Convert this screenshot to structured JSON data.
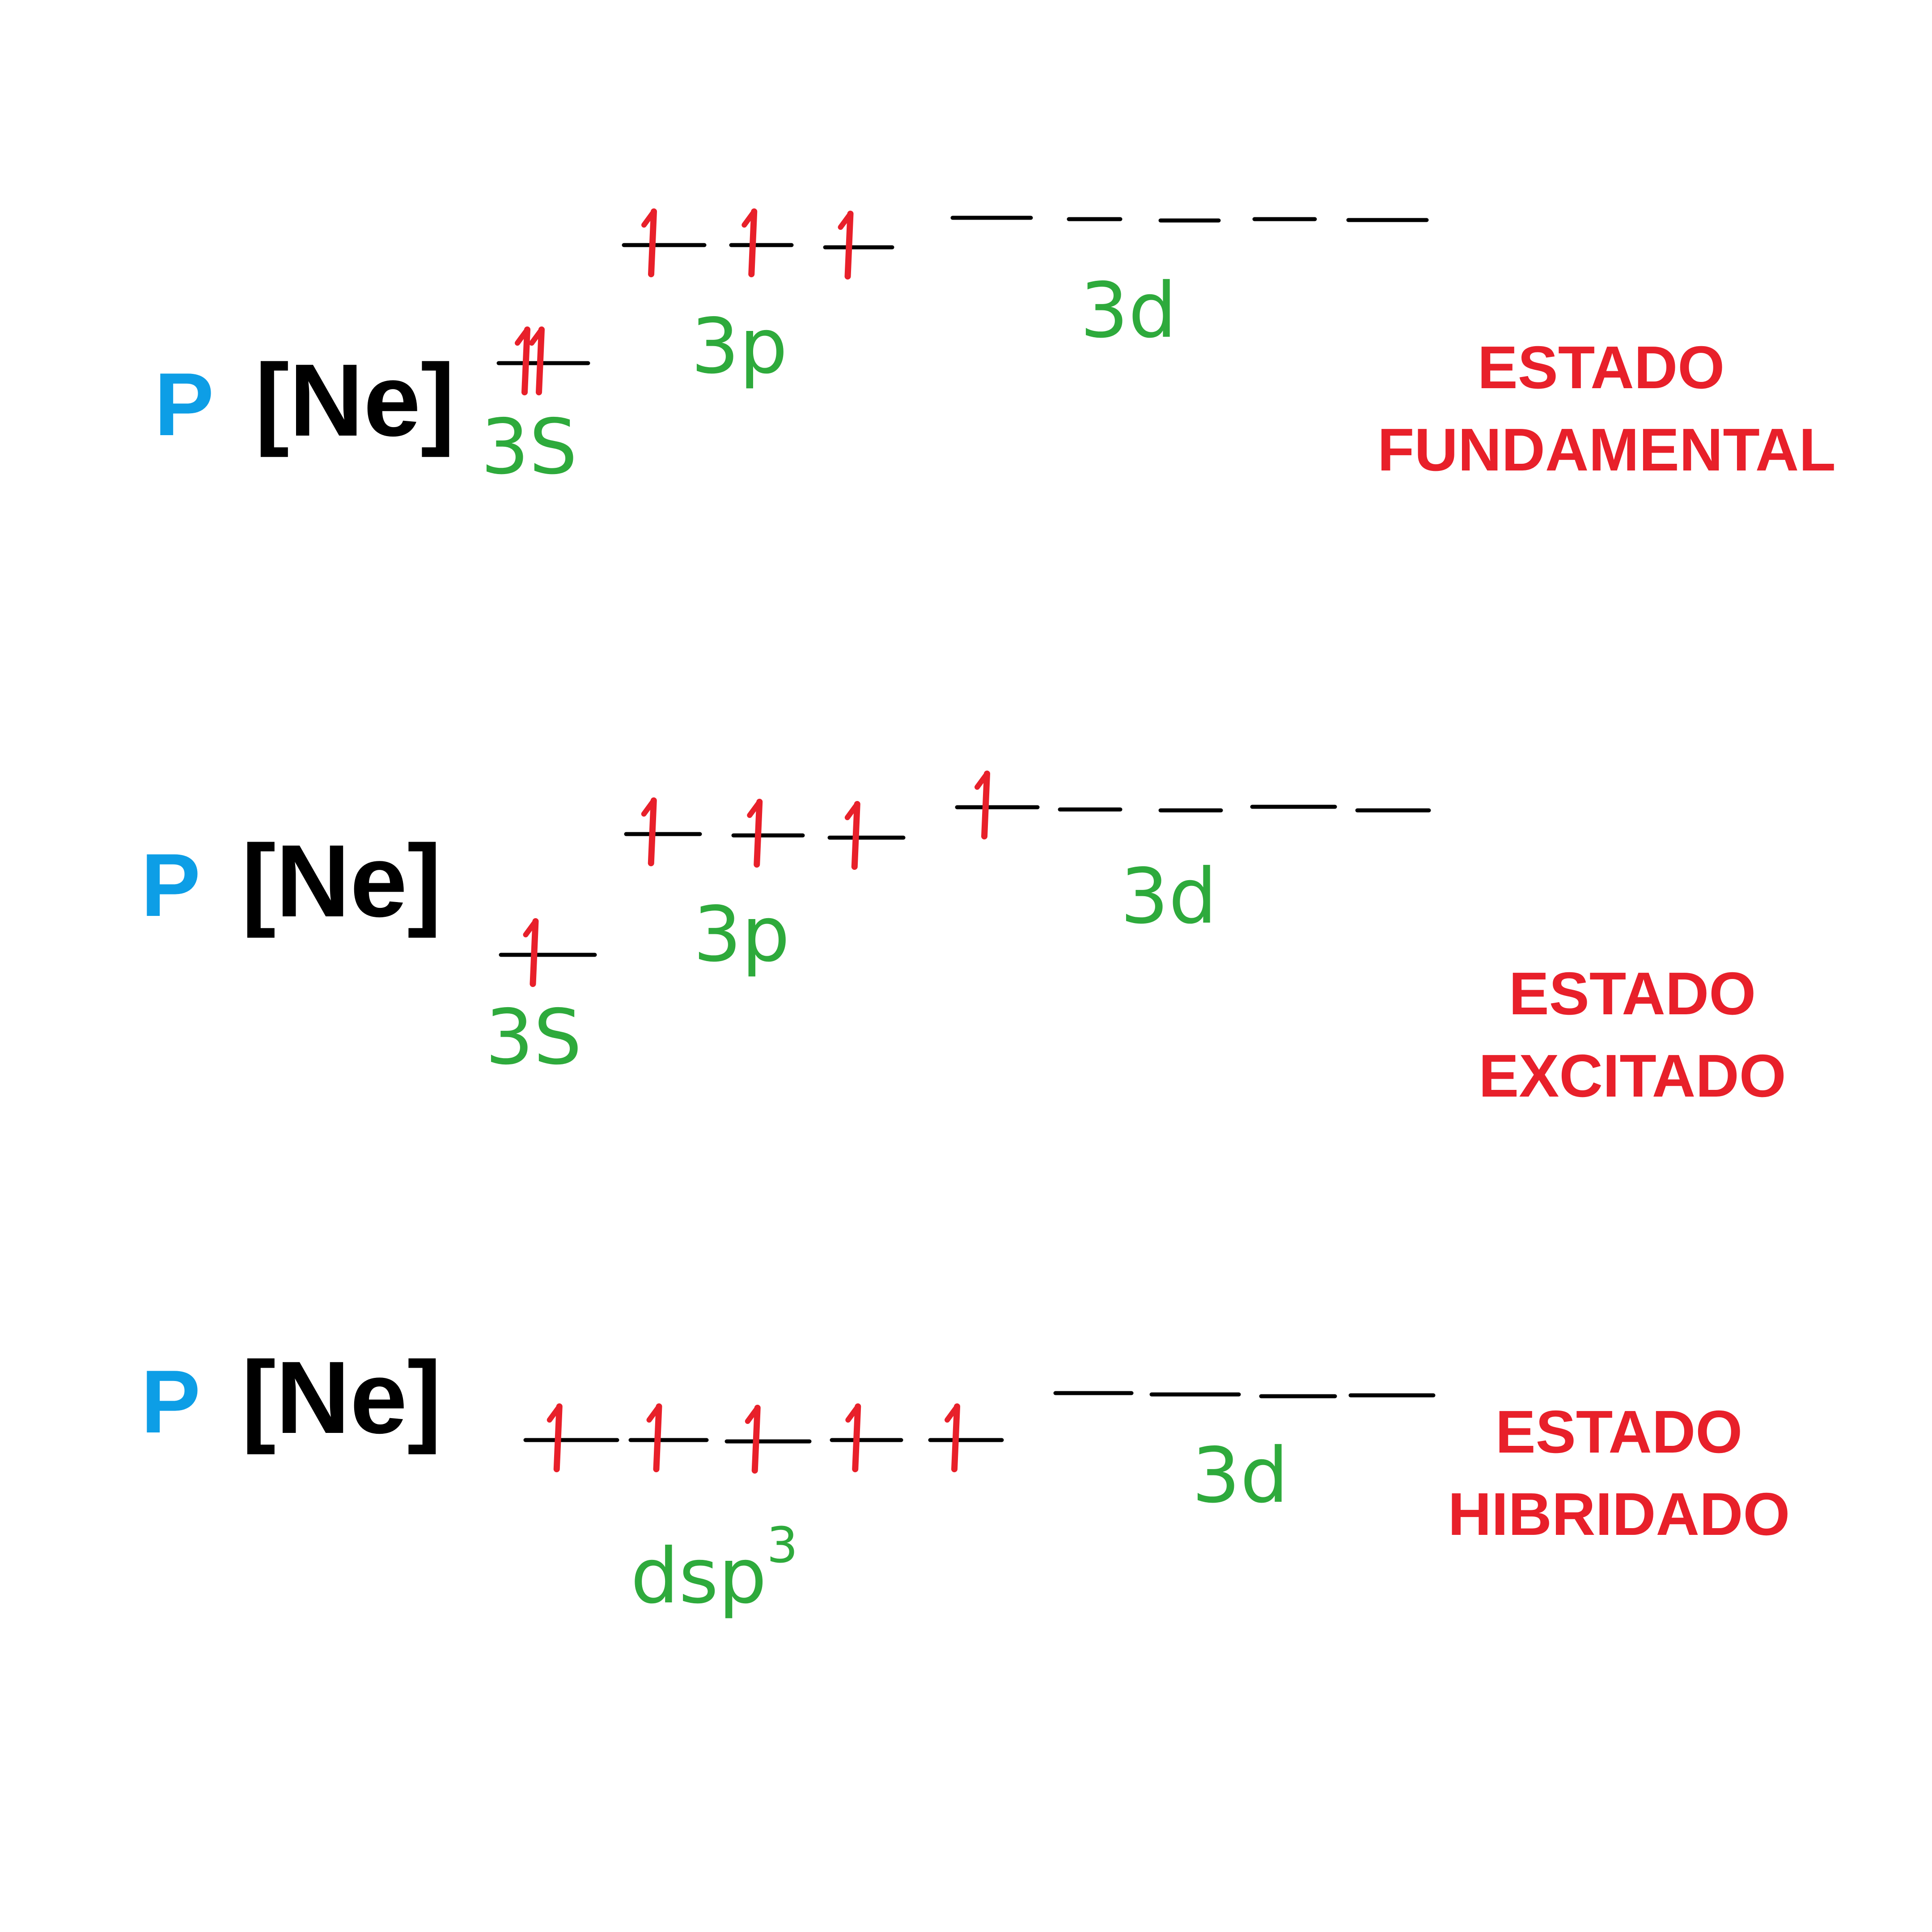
{
  "colors": {
    "element": "#0d9ee6",
    "core": "#000000",
    "arrow": "#e8202a",
    "label": "#2eaa3c",
    "state": "#e8202a",
    "line": "#000000"
  },
  "rows": [
    {
      "symbol": "P",
      "core": "[Ne]",
      "orbitals": [
        {
          "label": "3S",
          "electrons": [
            2
          ]
        },
        {
          "label": "3p",
          "electrons": [
            1,
            1,
            1
          ]
        },
        {
          "label": "3d",
          "electrons": [
            0,
            0,
            0,
            0,
            0
          ]
        }
      ],
      "state": [
        "ESTADO",
        "FUNDAMENTAL"
      ]
    },
    {
      "symbol": "P",
      "core": "[Ne]",
      "orbitals": [
        {
          "label": "3S",
          "electrons": [
            1
          ]
        },
        {
          "label": "3p",
          "electrons": [
            1,
            1,
            1
          ]
        },
        {
          "label": "3d",
          "electrons": [
            1,
            0,
            0,
            0,
            0
          ]
        }
      ],
      "state": [
        "ESTADO",
        "EXCITADO"
      ]
    },
    {
      "symbol": "P",
      "core": "[Ne]",
      "orbitals": [
        {
          "label": "dsp",
          "label_sup": "3",
          "electrons": [
            1,
            1,
            1,
            1,
            1
          ]
        },
        {
          "label": "3d",
          "electrons": [
            0,
            0,
            0,
            0
          ]
        }
      ],
      "state": [
        "ESTADO",
        "HIBRIDADO"
      ]
    }
  ]
}
